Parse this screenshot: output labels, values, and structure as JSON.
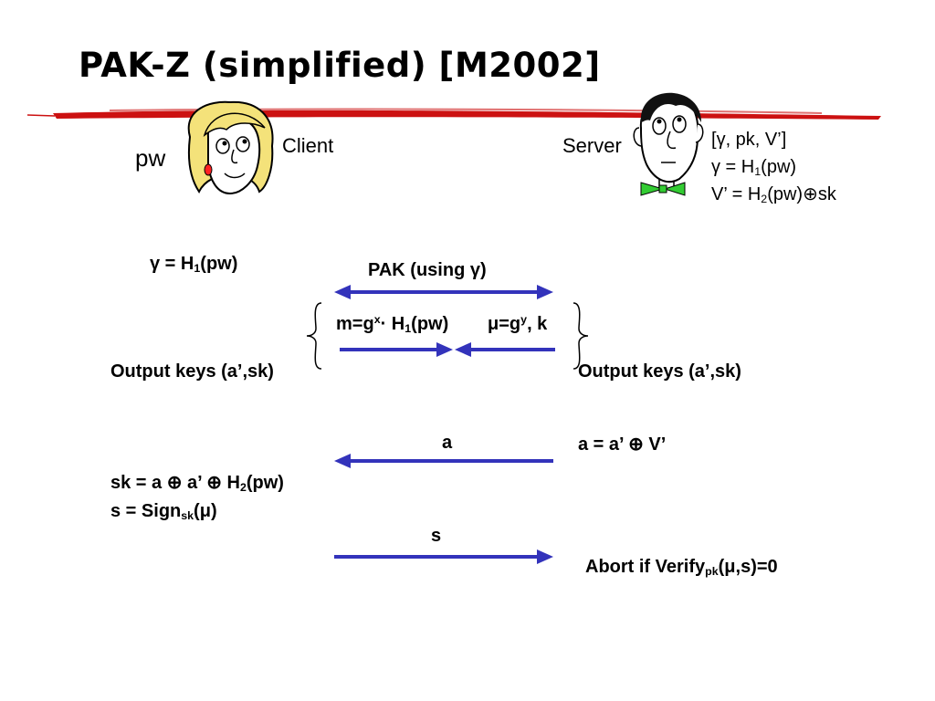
{
  "title": "PAK-Z (simplified)  [M2002]",
  "client": {
    "secret": "pw",
    "label": "Client"
  },
  "server": {
    "label": "Server",
    "stored": {
      "line1_prefix": "[",
      "line1_gamma": "γ",
      "line1_rest": ", pk, V’]",
      "line2_gamma": "γ",
      "line2_eq": " = H",
      "line2_sub": "1",
      "line2_end": "(pw)",
      "line3_pre": "V’ = H",
      "line3_sub": "2",
      "line3_mid": "(pw)",
      "line3_xor": "⊕",
      "line3_end": "sk"
    }
  },
  "protocol": {
    "client_gamma": {
      "gamma": "γ",
      "eq": " = H",
      "sub": "1",
      "end": "(pw)"
    },
    "pak_label": {
      "pre": "PAK (using ",
      "gamma": "γ",
      "post": ")"
    },
    "msg_m": {
      "pre": "m=g",
      "sup": "x",
      "mid": "· H",
      "sub": "1",
      "end": "(pw)"
    },
    "msg_mu": {
      "mu": "μ",
      "eq": "=g",
      "sup": "y",
      "end": ", k"
    },
    "client_output": "Output keys (a’,sk)",
    "server_output": "Output keys (a’,sk)",
    "msg_a": "a",
    "server_a": {
      "pre": "a = a’ ",
      "xor": "⊕",
      "post": " V’"
    },
    "client_sk": {
      "pre": "sk = a ",
      "xor1": "⊕",
      "mid": " a’ ",
      "xor2": "⊕",
      "h": " H",
      "sub": "2",
      "end": "(pw)"
    },
    "client_s": {
      "pre": "s = Sign",
      "sub": "sk",
      "open": "(",
      "mu": "μ",
      "close": ")"
    },
    "msg_s": "s",
    "server_abort": {
      "pre": "Abort if Verify",
      "sub": "pk",
      "open": "(",
      "mu": "μ",
      "end": ",s)=0"
    }
  },
  "colors": {
    "arrow": "#3333bb",
    "underline": "#cc1111",
    "client_hair": "#f4e27a",
    "server_tie": "#33cc33"
  }
}
